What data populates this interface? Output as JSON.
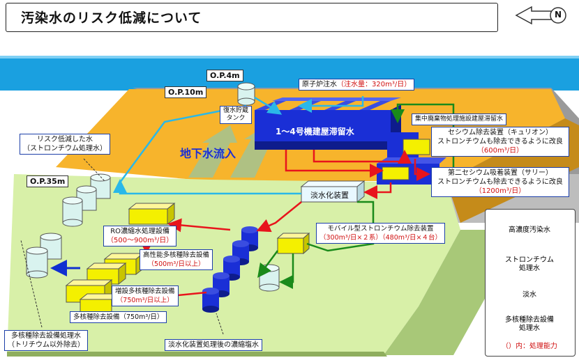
{
  "title": "汚染水のリスク低減について",
  "north": "N",
  "op_levels": {
    "op4": "O.P.4m",
    "op10": "O.P.10m",
    "op35": "O.P.35m"
  },
  "labels": {
    "reactor_injection": "原子炉注水",
    "injection_amount": "（注水量：320m³/日）",
    "storage_tank_l1": "復水貯蔵",
    "storage_tank_l2": "タンク",
    "reactor_building_water": "1～4号機建屋滞留水",
    "centralized_waste": "集中廃棄物処理施設建屋滞留水",
    "groundwater_inflow": "地下水流入",
    "risk_reduced_l1": "リスク低減した水",
    "risk_reduced_l2": "（ストロンチウム処理水）",
    "desalination": "淡水化装置",
    "kurion_l1": "セシウム除去装置（キュリオン）",
    "kurion_l2": "ストロンチウムも除去できるように改良",
    "kurion_l3": "（600m³/日）",
    "sarry_l1": "第二セシウム吸着装置（サリー）",
    "sarry_l2": "ストロンチウムも除去できるように改良",
    "sarry_l3": "（1200m³/日）",
    "ro_l1": "RO濃縮水処理設備",
    "ro_l2": "（500～900m³/日）",
    "mobile_l1": "モバイル型ストロンチウム除去装置",
    "mobile_l2": "（300m³/日×２系）（480m³/日×４台）",
    "hp_alps_l1": "高性能多核種除去設備",
    "hp_alps_l2": "（500m³/日以上）",
    "add_alps_l1": "増設多核種除去設備",
    "add_alps_l2": "（750m³/日以上）",
    "alps_l1": "多核種除去設備（750m³/日）",
    "concentrated_brine": "淡水化装置処理後の濃縮塩水",
    "alps_treated_l1": "多核種除去設備処理水",
    "alps_treated_l2": "（トリチウム以外除去）"
  },
  "legend": {
    "high_conc": "高濃度汚染水",
    "strontium_l1": "ストロンチウム",
    "strontium_l2": "処理水",
    "fresh": "淡水",
    "alps_l1": "多核種除去設備",
    "alps_l2": "処理水",
    "note": "（）内：処理能力"
  },
  "colors": {
    "sea": "#1aa0e0",
    "ground_upper": "#f7b42c",
    "ground_lower": "#d8f0a8",
    "building": "#1a2fd6",
    "high_conc": "#e8141c",
    "strontium": "#1a8a1a",
    "fresh": "#2ab8e8",
    "alps": "#1030d0"
  }
}
